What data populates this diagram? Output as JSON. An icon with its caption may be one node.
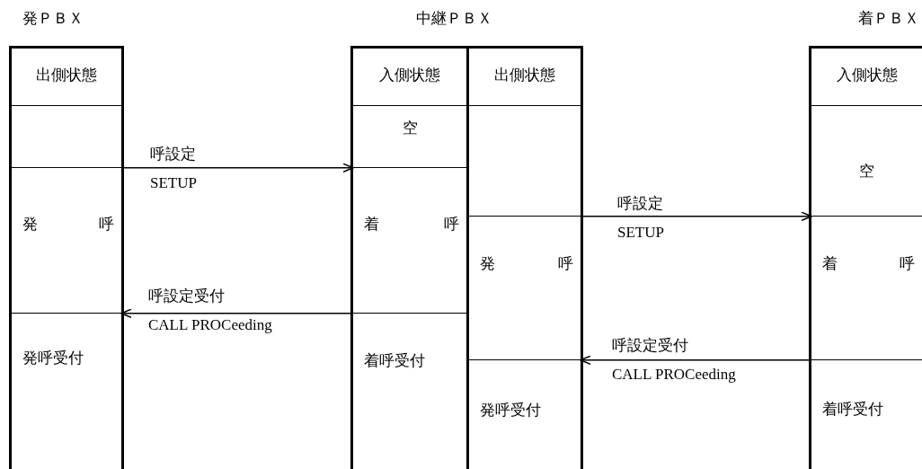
{
  "diagram": {
    "nodes": [
      {
        "text": [
          "出側状態"
        ]
      },
      {
        "text": [],
        "shape": "box",
        "in": 0
      },
      {
        "text": [
          "発呼"
        ],
        "in": 0
      },
      {
        "text": [
          "発呼受付"
        ],
        "in": 0
      },
      {
        "text": [
          "入側状態"
        ]
      },
      {
        "text": [
          "空"
        ],
        "in": 4
      },
      {
        "text": [
          "着呼"
        ],
        "in": 4
      },
      {
        "text": [
          "着呼受付"
        ],
        "in": 4
      },
      {
        "text": [
          "出側状態"
        ]
      },
      {
        "text": [],
        "shape": "box",
        "in": 8
      },
      {
        "text": [
          "発呼"
        ],
        "in": 8
      },
      {
        "text": [
          "発呼受付"
        ],
        "in": 8
      },
      {
        "text": [
          "入側状態"
        ]
      },
      {
        "text": [
          "空"
        ],
        "in": 12
      },
      {
        "text": [
          "着呼"
        ],
        "in": 12
      },
      {
        "text": [
          "着呼受付"
        ],
        "in": 12
      }
    ],
    "edges": [
      {
        "from": 2,
        "to": 6,
        "arrow": "to",
        "label": "呼設定 SETUP"
      },
      {
        "from": 7,
        "to": 3,
        "arrow": "to",
        "label": "呼設定受付 CALL PROCeeding"
      },
      {
        "from": 10,
        "to": 14,
        "arrow": "to",
        "label": "呼設定 SETUP"
      },
      {
        "from": 15,
        "to": 11,
        "arrow": "to",
        "label": "呼設定受付 CALL PROCeeding"
      }
    ],
    "labels": [
      "発ＰＢＸ",
      "中継ＰＢＸ",
      "着ＰＢＸ"
    ]
  }
}
